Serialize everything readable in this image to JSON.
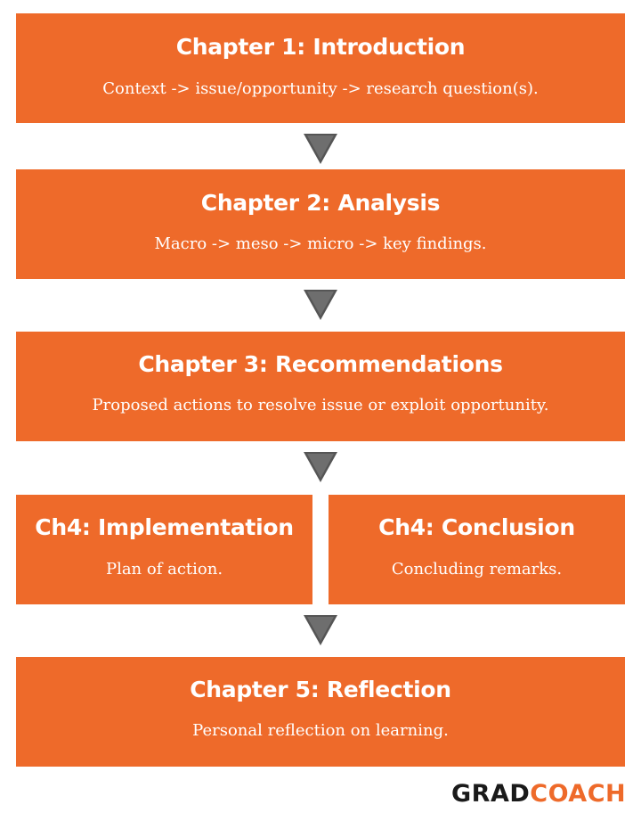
{
  "chapters": {
    "ch1": {
      "title": "Chapter 1: Introduction",
      "description": "Context -> issue/opportunity -> research question(s)."
    },
    "ch2": {
      "title": "Chapter 2: Analysis",
      "description": "Macro -> meso -> micro -> key findings."
    },
    "ch3": {
      "title": "Chapter 3: Recommendations",
      "description": "Proposed actions to resolve issue or exploit opportunity."
    },
    "ch4a": {
      "title": "Ch4: Implementation",
      "description": "Plan of action."
    },
    "ch4b": {
      "title": "Ch4: Conclusion",
      "description": "Concluding remarks."
    },
    "ch5": {
      "title": "Chapter 5: Reflection",
      "description": "Personal reflection on learning."
    }
  },
  "logo": {
    "part1": "GRAD",
    "part2": "COACH"
  },
  "colors": {
    "box": "#ee6a2a",
    "arrow": "#555555",
    "logo_dark": "#1a1a1a",
    "logo_accent": "#ee6a2a"
  }
}
